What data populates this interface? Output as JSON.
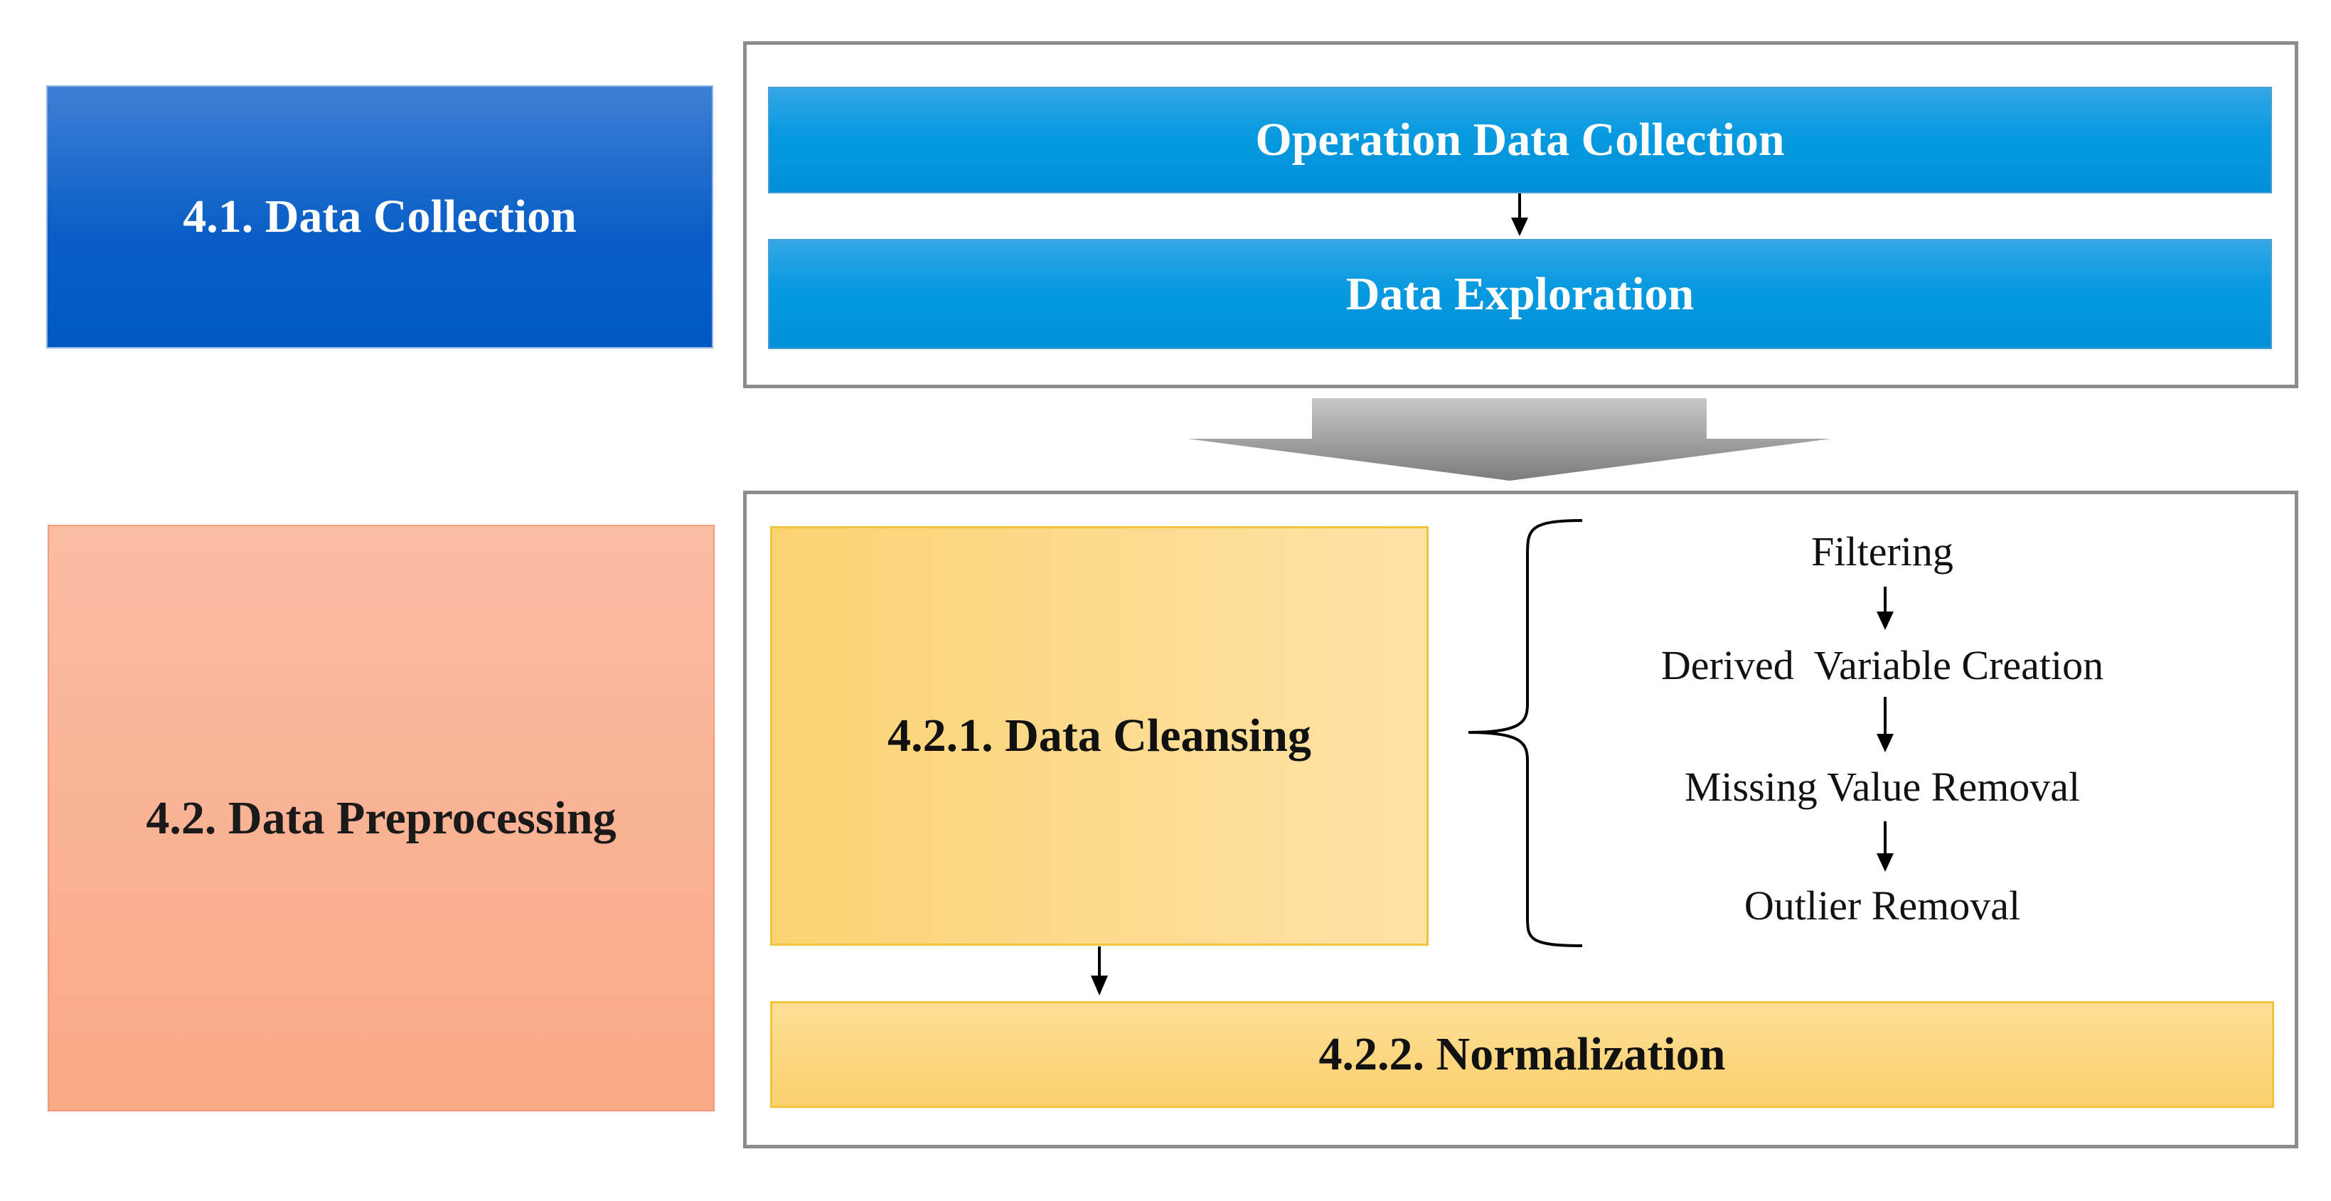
{
  "stages": [
    {
      "label": "4.1. Data Collection"
    },
    {
      "label": "4.2. Data Preprocessing"
    }
  ],
  "collection_steps": [
    {
      "label": "Operation Data Collection"
    },
    {
      "label": "Data Exploration"
    }
  ],
  "preprocessing": {
    "cleansing": {
      "label": "4.2.1. Data Cleansing"
    },
    "normalization": {
      "label": "4.2.2. Normalization"
    },
    "cleansing_steps": [
      {
        "label": "Filtering"
      },
      {
        "label": "Derived  Variable Creation"
      },
      {
        "label": "Missing Value Removal"
      },
      {
        "label": "Outlier Removal"
      }
    ]
  },
  "colors": {
    "collection_blue": "#0a5fc6",
    "step_blue": "#079ae0",
    "preprocessing_salmon": "#f9a985",
    "cleansing_yellow": "#fddc92",
    "frame_grey": "#8c8c8c"
  }
}
